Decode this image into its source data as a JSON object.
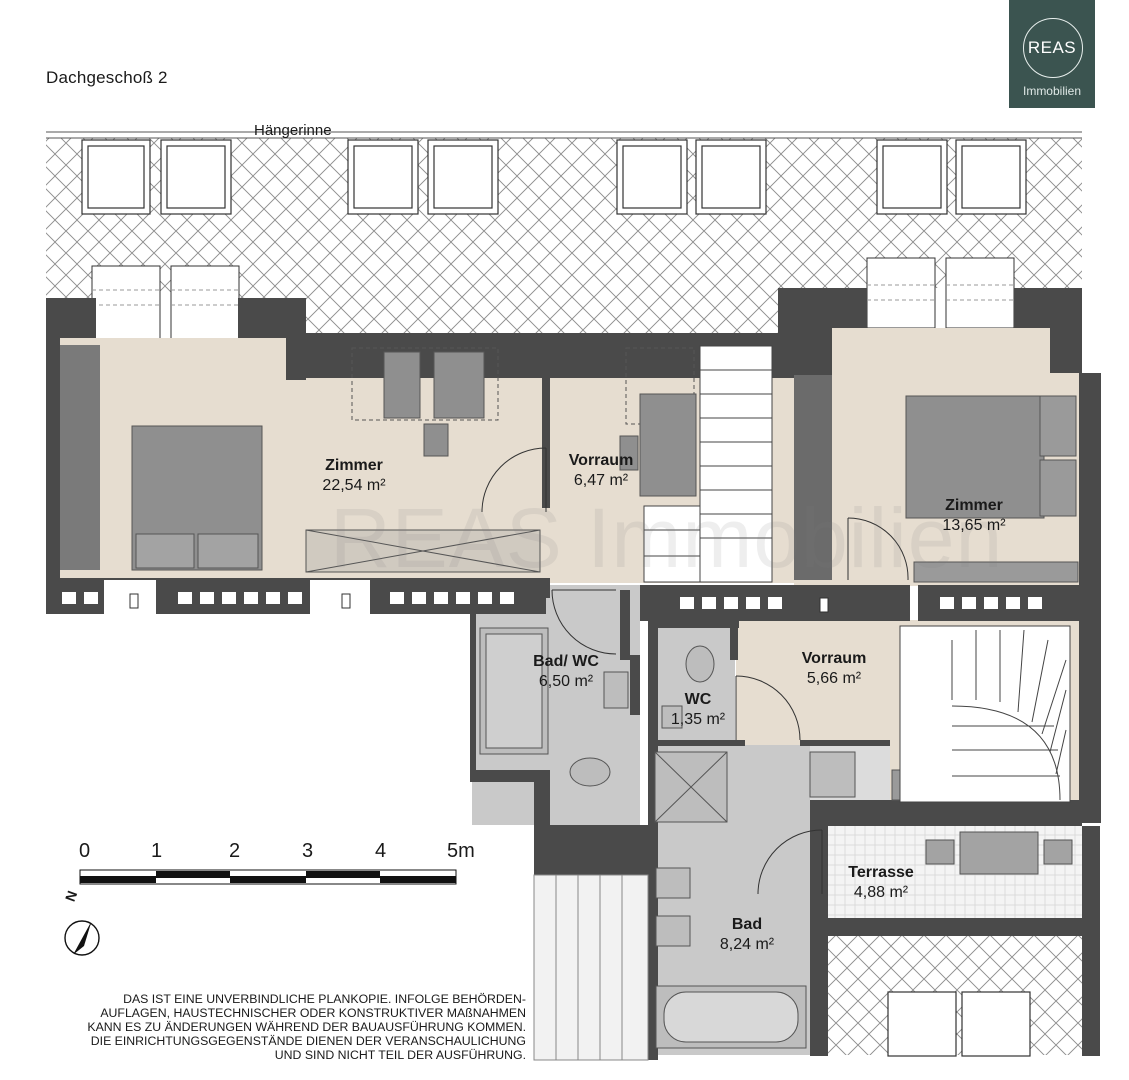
{
  "header": {
    "floor_title": "Dachgeschoß 2"
  },
  "logo": {
    "brand": "REAS",
    "sub": "Immobilien"
  },
  "watermark": "REAS Immobilien",
  "plan_annotations": {
    "gutter": "Hängerinne"
  },
  "rooms": [
    {
      "name": "Zimmer",
      "area": "22,54 m²"
    },
    {
      "name": "Vorraum",
      "area": "6,47 m²"
    },
    {
      "name": "Zimmer",
      "area": "13,65 m²"
    },
    {
      "name": "Bad/ WC",
      "area": "6,50 m²"
    },
    {
      "name": "Vorraum",
      "area": "5,66 m²"
    },
    {
      "name": "WC",
      "area": "1,35 m²"
    },
    {
      "name": "Terrasse",
      "area": "4,88 m²"
    },
    {
      "name": "Bad",
      "area": "8,24 m²"
    }
  ],
  "scale": {
    "labels": [
      "0",
      "1",
      "2",
      "3",
      "4",
      "5m"
    ]
  },
  "north": {
    "letter": "N"
  },
  "disclaimer": {
    "lines": [
      "DAS IST EINE UNVERBINDLICHE PLANKOPIE. INFOLGE BEHÖRDEN-",
      "AUFLAGEN, HAUSTECHNISCHER ODER KONSTRUKTIVER MAßNAHMEN",
      "KANN ES ZU ÄNDERUNGEN WÄHREND DER BAUAUSFÜHRUNG KOMMEN.",
      "DIE EINRICHTUNGSGEGENSTÄNDE DIENEN DER VERANSCHAULICHUNG",
      "UND SIND NICHT TEIL DER AUSFÜHRUNG."
    ]
  },
  "colors": {
    "wall": "#4a4a4a",
    "room_fill": "#e6ddd0",
    "wet_fill": "#c9c9c9",
    "furniture": "#8f8f8f",
    "roof_line": "#9a9a9a",
    "logo_bg": "#3b5450"
  }
}
